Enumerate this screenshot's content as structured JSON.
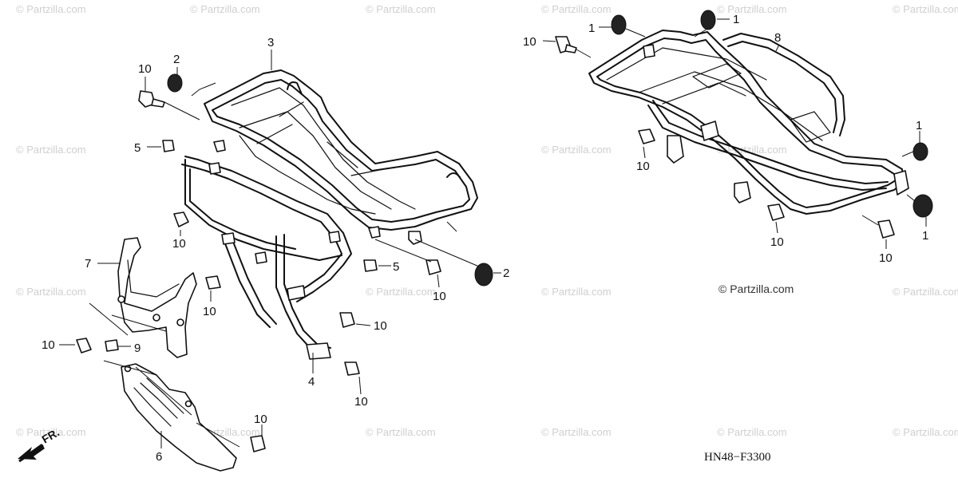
{
  "watermark": {
    "text": "© Partzilla.com",
    "feature_text": "© Partzilla.com"
  },
  "diagram_code": "HN48−F3300",
  "direction_label": "FR.",
  "callouts": {
    "left_1": "10",
    "left_2": "2",
    "left_3": "3",
    "left_4": "5",
    "left_5": "10",
    "left_6": "7",
    "left_7": "5",
    "left_8": "2",
    "left_9": "10",
    "left_10": "10",
    "left_11": "10",
    "left_12": "9",
    "left_13": "10",
    "left_14": "4",
    "left_15": "10",
    "left_16": "10",
    "left_17": "6",
    "right_1": "10",
    "right_2": "1",
    "right_3": "1",
    "right_4": "8",
    "right_5": "10",
    "right_6": "1",
    "right_7": "10",
    "right_8": "1",
    "right_9": "10"
  }
}
